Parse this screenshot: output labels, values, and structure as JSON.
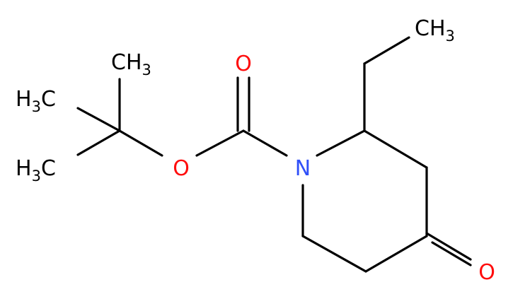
{
  "molecule": {
    "colors": {
      "bond": "#000000",
      "carbon_label": "#000000",
      "oxygen": "#ff0d0d",
      "nitrogen": "#3050f8"
    },
    "labels": {
      "ch3_top_left": {
        "main": "CH",
        "sub": "3"
      },
      "h3c_mid_1": {
        "pre": "H",
        "sub": "3",
        "post": "C"
      },
      "h3c_mid_2": {
        "pre": "H",
        "sub": "3",
        "post": "C"
      },
      "ch3_ethyl": {
        "main": "CH",
        "sub": "3"
      },
      "oxygen_carbonyl": "O",
      "oxygen_ester": "O",
      "nitrogen": "N",
      "oxygen_ketone": "O"
    }
  }
}
